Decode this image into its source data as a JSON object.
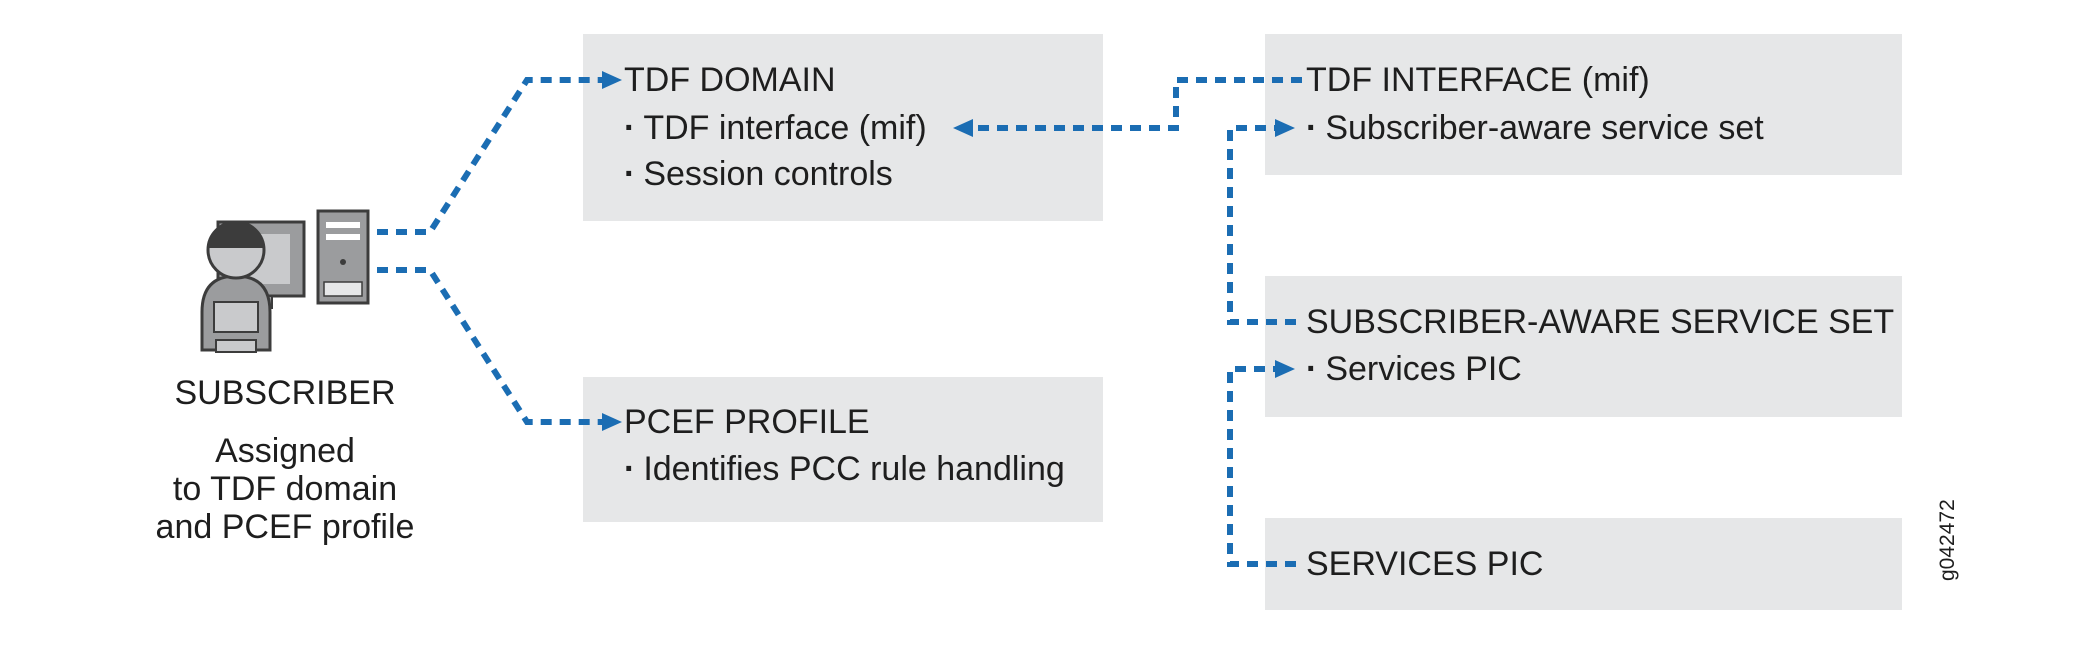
{
  "subscriber": {
    "label": "SUBSCRIBER",
    "description_lines": [
      "Assigned",
      "to TDF domain",
      "and PCEF profile"
    ]
  },
  "tdf_domain": {
    "title": "TDF DOMAIN",
    "items": [
      "TDF interface (mif)",
      "Session controls"
    ]
  },
  "pcef_profile": {
    "title": "PCEF PROFILE",
    "items": [
      "Identifies PCC rule handling"
    ]
  },
  "tdf_interface": {
    "title": "TDF INTERFACE (mif)",
    "items": [
      "Subscriber-aware service set"
    ]
  },
  "service_set": {
    "title": "SUBSCRIBER-AWARE SERVICE SET",
    "items": [
      "Services PIC"
    ]
  },
  "services_pic": {
    "title": "SERVICES PIC"
  },
  "figure_id": "g042472",
  "colors": {
    "connector": "#1b6db3",
    "box_fill": "#e6e7e8",
    "icon_gray": "#9b9c9e",
    "icon_dark": "#3c3c3c",
    "text": "#1e1e1e"
  }
}
